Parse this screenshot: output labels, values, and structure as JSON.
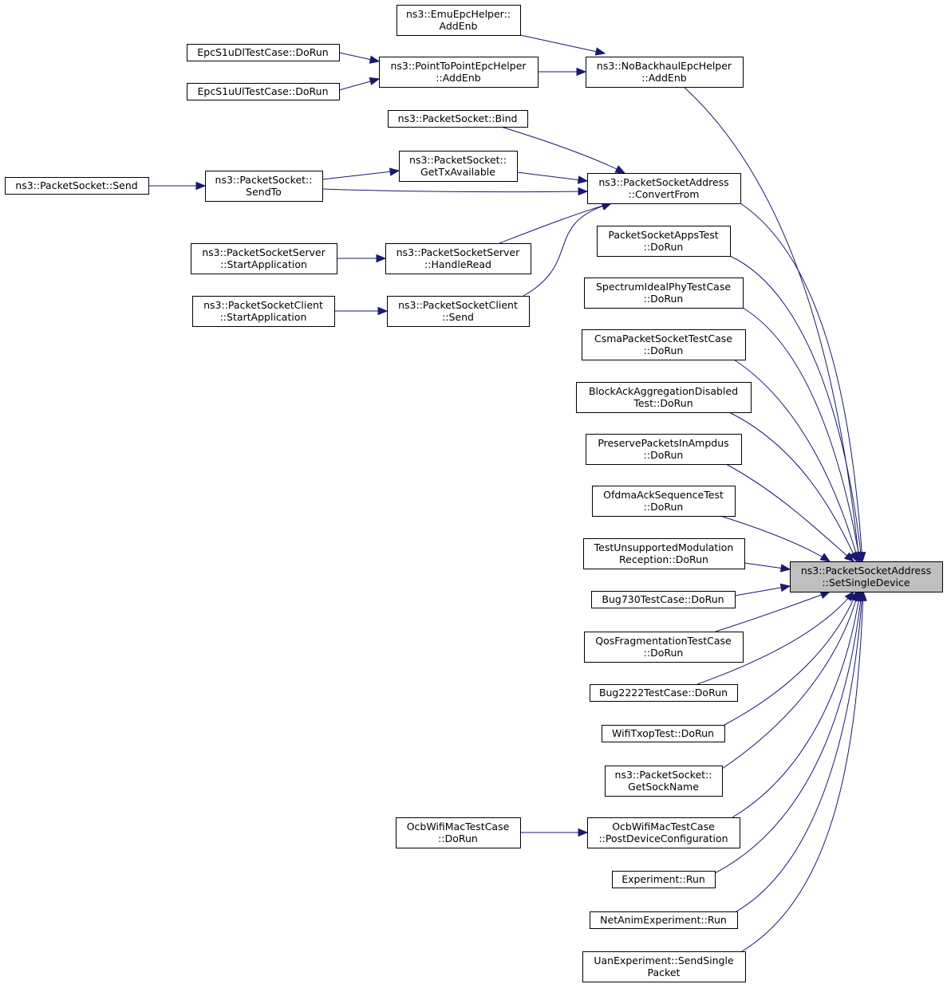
{
  "nodes": [
    {
      "id": "emu",
      "lines": [
        "ns3::EmuEpcHelper::",
        "AddEnb"
      ]
    },
    {
      "id": "dl",
      "lines": [
        "EpcS1uDlTestCase::DoRun"
      ]
    },
    {
      "id": "p2p",
      "lines": [
        "ns3::PointToPointEpcHelper",
        "::AddEnb"
      ]
    },
    {
      "id": "nobh",
      "lines": [
        "ns3::NoBackhaulEpcHelper",
        "::AddEnb"
      ]
    },
    {
      "id": "ul",
      "lines": [
        "EpcS1uUlTestCase::DoRun"
      ]
    },
    {
      "id": "bind",
      "lines": [
        "ns3::PacketSocket::Bind"
      ]
    },
    {
      "id": "gettx",
      "lines": [
        "ns3::PacketSocket::",
        "GetTxAvailable"
      ]
    },
    {
      "id": "send",
      "lines": [
        "ns3::PacketSocket::Send"
      ]
    },
    {
      "id": "sendto",
      "lines": [
        "ns3::PacketSocket::",
        "SendTo"
      ]
    },
    {
      "id": "convert",
      "lines": [
        "ns3::PacketSocketAddress",
        "::ConvertFrom"
      ]
    },
    {
      "id": "psapps",
      "lines": [
        "PacketSocketAppsTest",
        "::DoRun"
      ]
    },
    {
      "id": "srvstart",
      "lines": [
        "ns3::PacketSocketServer",
        "::StartApplication"
      ]
    },
    {
      "id": "srvread",
      "lines": [
        "ns3::PacketSocketServer",
        "::HandleRead"
      ]
    },
    {
      "id": "spectrum",
      "lines": [
        "SpectrumIdealPhyTestCase",
        "::DoRun"
      ]
    },
    {
      "id": "clistart",
      "lines": [
        "ns3::PacketSocketClient",
        "::StartApplication"
      ]
    },
    {
      "id": "clisend",
      "lines": [
        "ns3::PacketSocketClient",
        "::Send"
      ]
    },
    {
      "id": "csma",
      "lines": [
        "CsmaPacketSocketTestCase",
        "::DoRun"
      ]
    },
    {
      "id": "blockack",
      "lines": [
        "BlockAckAggregationDisabled",
        "Test::DoRun"
      ]
    },
    {
      "id": "preserve",
      "lines": [
        "PreservePacketsInAmpdus",
        "::DoRun"
      ]
    },
    {
      "id": "ofdma",
      "lines": [
        "OfdmaAckSequenceTest",
        "::DoRun"
      ]
    },
    {
      "id": "unsupported",
      "lines": [
        "TestUnsupportedModulation",
        "Reception::DoRun"
      ]
    },
    {
      "id": "target",
      "lines": [
        "ns3::PacketSocketAddress",
        "::SetSingleDevice"
      ]
    },
    {
      "id": "bug730",
      "lines": [
        "Bug730TestCase::DoRun"
      ]
    },
    {
      "id": "qos",
      "lines": [
        "QosFragmentationTestCase",
        "::DoRun"
      ]
    },
    {
      "id": "bug2222",
      "lines": [
        "Bug2222TestCase::DoRun"
      ]
    },
    {
      "id": "txop",
      "lines": [
        "WifiTxopTest::DoRun"
      ]
    },
    {
      "id": "sockname",
      "lines": [
        "ns3::PacketSocket::",
        "GetSockName"
      ]
    },
    {
      "id": "ocbrun",
      "lines": [
        "OcbWifiMacTestCase",
        "::DoRun"
      ]
    },
    {
      "id": "ocbpost",
      "lines": [
        "OcbWifiMacTestCase",
        "::PostDeviceConfiguration"
      ]
    },
    {
      "id": "exprun",
      "lines": [
        "Experiment::Run"
      ]
    },
    {
      "id": "netanim",
      "lines": [
        "NetAnimExperiment::Run"
      ]
    },
    {
      "id": "uan",
      "lines": [
        "UanExperiment::SendSingle",
        "Packet"
      ]
    }
  ],
  "edges": [
    [
      "emu",
      "nobh"
    ],
    [
      "p2p",
      "nobh"
    ],
    [
      "dl",
      "p2p"
    ],
    [
      "ul",
      "p2p"
    ],
    [
      "bind",
      "convert"
    ],
    [
      "gettx",
      "convert"
    ],
    [
      "sendto",
      "convert"
    ],
    [
      "sendto",
      "gettx"
    ],
    [
      "send",
      "sendto"
    ],
    [
      "srvread",
      "convert"
    ],
    [
      "clisend",
      "convert"
    ],
    [
      "srvstart",
      "srvread"
    ],
    [
      "clistart",
      "clisend"
    ],
    [
      "ocbrun",
      "ocbpost"
    ],
    [
      "nobh",
      "target"
    ],
    [
      "convert",
      "target"
    ],
    [
      "psapps",
      "target"
    ],
    [
      "spectrum",
      "target"
    ],
    [
      "csma",
      "target"
    ],
    [
      "blockack",
      "target"
    ],
    [
      "preserve",
      "target"
    ],
    [
      "ofdma",
      "target"
    ],
    [
      "unsupported",
      "target"
    ],
    [
      "bug730",
      "target"
    ],
    [
      "qos",
      "target"
    ],
    [
      "bug2222",
      "target"
    ],
    [
      "txop",
      "target"
    ],
    [
      "sockname",
      "target"
    ],
    [
      "ocbpost",
      "target"
    ],
    [
      "exprun",
      "target"
    ],
    [
      "netanim",
      "target"
    ],
    [
      "uan",
      "target"
    ]
  ],
  "focus_node": "target",
  "colors": {
    "edge": "#191970",
    "focus_fill": "#bfbfbf",
    "node_fill": "#ffffff",
    "node_border": "#000000"
  }
}
